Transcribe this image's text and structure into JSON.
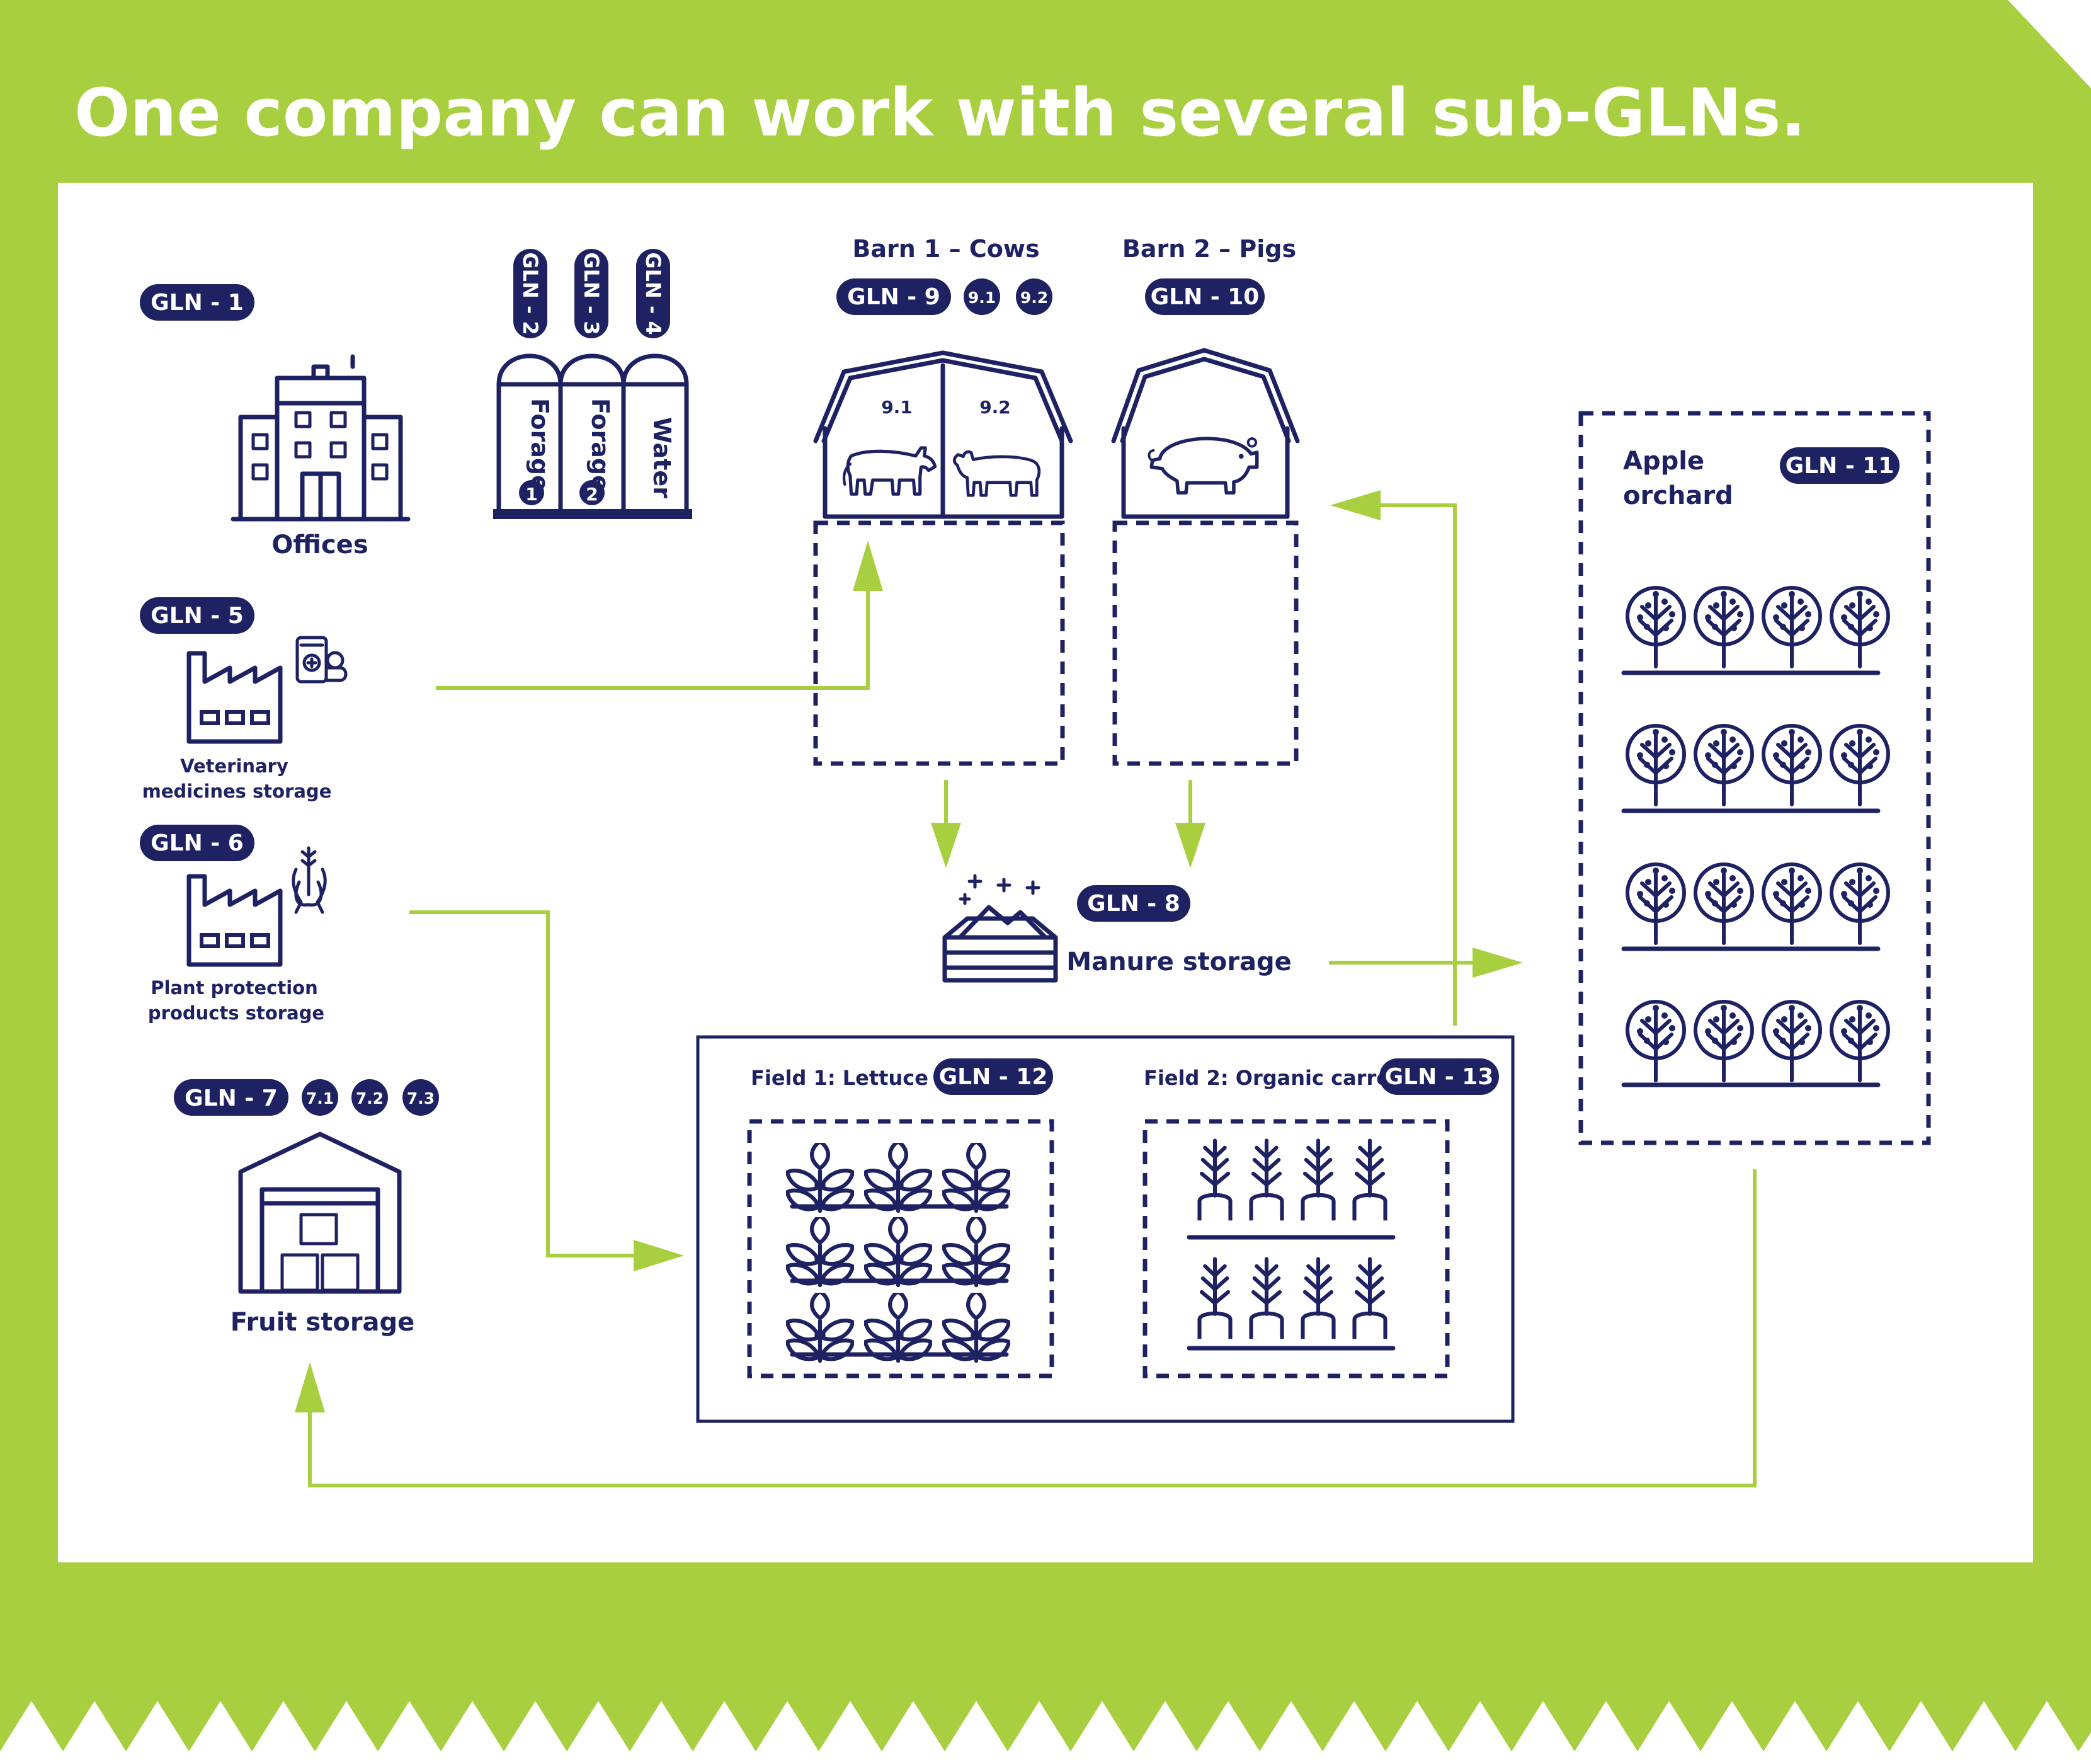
{
  "title": "One company can work with several sub-GLNs.",
  "colors": {
    "brand_green": "#a8cf3f",
    "navy": "#1e2262",
    "white": "#ffffff"
  },
  "nodes": {
    "offices": {
      "gln": "GLN - 1",
      "label": "Offices",
      "icon": "office-building-icon"
    },
    "silos": {
      "icon": "silo-icon",
      "items": [
        {
          "gln": "GLN - 2",
          "label": "Forage",
          "number": "1"
        },
        {
          "gln": "GLN - 3",
          "label": "Forage",
          "number": "2"
        },
        {
          "gln": "GLN - 4",
          "label": "Water"
        }
      ]
    },
    "vet": {
      "gln": "GLN - 5",
      "label_line1": "Veterinary",
      "label_line2": "medicines storage",
      "icon": "factory-icon"
    },
    "plant": {
      "gln": "GLN - 6",
      "label_line1": "Plant protection",
      "label_line2": "products storage",
      "icon": "factory-icon"
    },
    "fruit": {
      "gln": "GLN - 7",
      "subs": [
        "7.1",
        "7.2",
        "7.3"
      ],
      "label": "Fruit storage",
      "icon": "warehouse-icon"
    },
    "manure": {
      "gln": "GLN - 8",
      "label": "Manure storage",
      "icon": "manure-bin-icon"
    },
    "barn1": {
      "title": "Barn 1 – Cows",
      "gln": "GLN - 9",
      "subs": [
        "9.1",
        "9.2"
      ],
      "section1": "9.1",
      "section2": "9.2",
      "icon": "barn-cows-icon"
    },
    "barn2": {
      "title": "Barn 2 – Pigs",
      "gln": "GLN - 10",
      "icon": "barn-pig-icon"
    },
    "orchard": {
      "label_line1": "Apple",
      "label_line2": "orchard",
      "gln": "GLN - 11",
      "icon": "apple-tree-icon"
    },
    "field1": {
      "label": "Field 1: Lettuce",
      "gln": "GLN - 12",
      "icon": "lettuce-icon"
    },
    "field2": {
      "label": "Field 2: Organic carrots",
      "gln": "GLN - 13",
      "icon": "carrot-icon"
    }
  }
}
